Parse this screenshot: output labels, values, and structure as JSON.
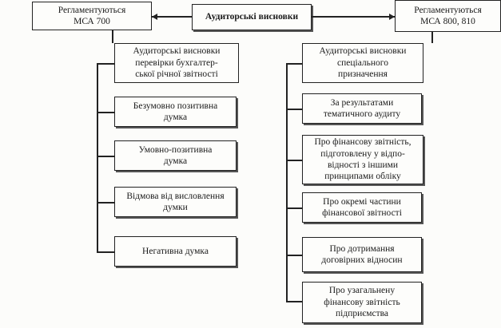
{
  "diagram": {
    "root": "Аудиторські висновки",
    "left_regulation": "Регламентуються\nМСА 700",
    "right_regulation": "Регламентуються\nМСА 800, 810",
    "left_branch": {
      "title": "Аудиторські висновки\nперевірки бухгалтер-\nської річної звітності",
      "items": [
        "Безумовно позитивна\nдумка",
        "Умовно-позитивна\nдумка",
        "Відмова від висловлення\nдумки",
        "Негативна думка"
      ]
    },
    "right_branch": {
      "title": "Аудиторські висновки\nспеціального\nпризначення",
      "items": [
        "За результатами\nтематичного аудиту",
        "Про фінансову звітність,\nпідготовлену у відпо-\nвідності з іншими\nпринципами обліку",
        "Про окремі частини\nфінансової звітності",
        "Про дотримання\nдоговірних відносин",
        "Про узагальнену\nфінансову звітність\nпідприємства"
      ]
    }
  }
}
